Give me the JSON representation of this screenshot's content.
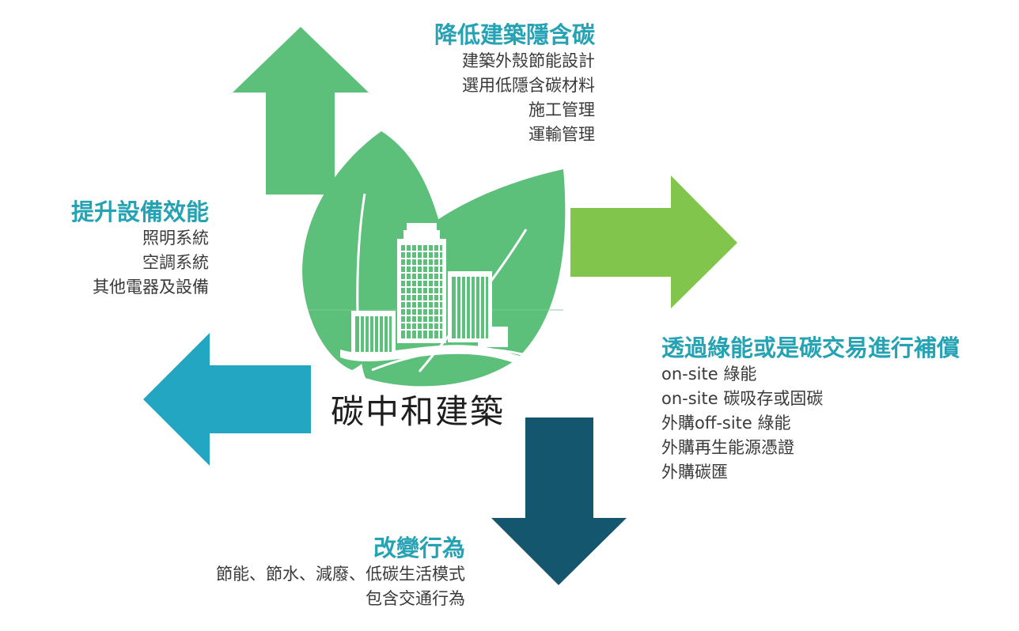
{
  "center": {
    "title": "碳中和建築"
  },
  "colors": {
    "heading_teal": "#25a3b4",
    "arrow_up_green": "#5cbf7a",
    "arrow_right_lightgreen": "#82c54c",
    "arrow_left_blue": "#23a6c2",
    "arrow_down_navy": "#15566f",
    "leaf_green": "#5cbf7a",
    "body_text": "#3a3a3a"
  },
  "arrows": {
    "up": "arrow-up-icon",
    "right": "arrow-right-icon",
    "left": "arrow-left-icon",
    "down": "arrow-down-icon"
  },
  "blocks": {
    "top": {
      "heading": "降低建築隱含碳",
      "items": [
        "建築外殼節能設計",
        "選用低隱含碳材料",
        "施工管理",
        "運輸管理"
      ]
    },
    "left": {
      "heading": "提升設備效能",
      "items": [
        "照明系統",
        "空調系統",
        "其他電器及設備"
      ]
    },
    "right": {
      "heading": "透過綠能或是碳交易進行補償",
      "items": [
        "on-site 綠能",
        "on-site 碳吸存或固碳",
        "外購off-site 綠能",
        "外購再生能源憑證",
        "外購碳匯"
      ]
    },
    "bottom": {
      "heading": "改變行為",
      "items": [
        "節能、節水、減廢、低碳生活模式",
        "包含交通行為"
      ]
    }
  }
}
